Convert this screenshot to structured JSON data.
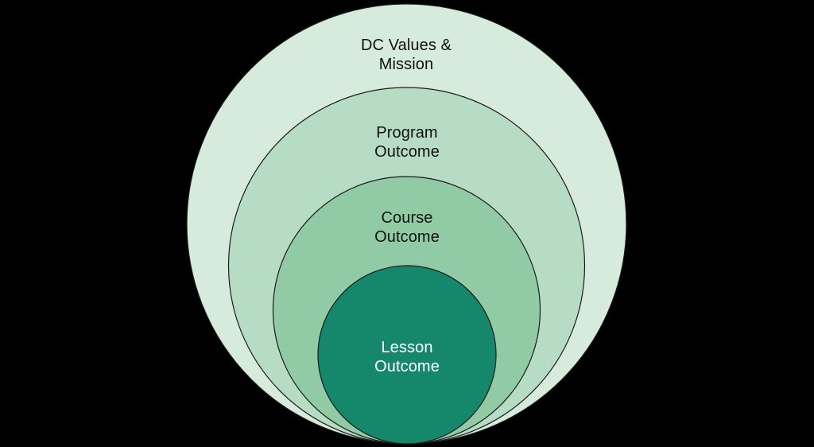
{
  "diagram": {
    "title": "Nested outcomes alignment diagram",
    "background_color": "#000000",
    "circle_stroke_color": "#1b1b1b",
    "levels": [
      {
        "id": "dc-values-mission",
        "label_line1": "DC Values &",
        "label_line2": "Mission",
        "fill": "#d7ebdc",
        "text_color": "#111111"
      },
      {
        "id": "program-outcome",
        "label_line1": "Program",
        "label_line2": "Outcome",
        "fill": "#b6dcc3",
        "text_color": "#111111"
      },
      {
        "id": "course-outcome",
        "label_line1": "Course",
        "label_line2": "Outcome",
        "fill": "#91cba6",
        "text_color": "#111111"
      },
      {
        "id": "lesson-outcome",
        "label_line1": "Lesson",
        "label_line2": "Outcome",
        "fill": "#15876a",
        "text_color": "#ffffff"
      }
    ]
  }
}
